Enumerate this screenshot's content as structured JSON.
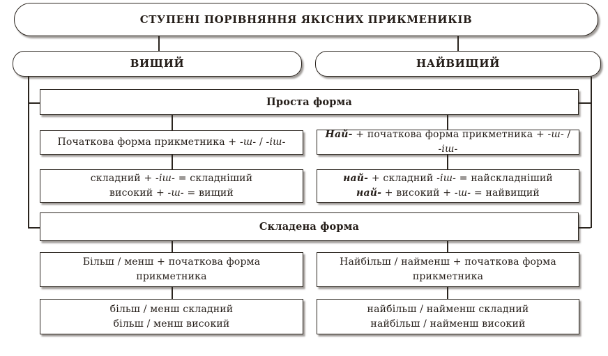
{
  "colors": {
    "ink": "#241d18",
    "border": "#2a241e",
    "shadow": "#6e6964",
    "background": "#ffffff"
  },
  "title": "СТУПЕНІ ПОРІВНЯННЯ ЯКІСНИХ ПРИКМЕНИКІВ",
  "degrees": {
    "comparative": "ВИЩИЙ",
    "superlative": "НАЙВИЩИЙ"
  },
  "simple_form": {
    "header": "Проста форма",
    "comparative_rule": {
      "base": "Початкова форма прикметника + ",
      "suffix1": "-ш-",
      "separator": " / ",
      "suffix2": "-іш-"
    },
    "superlative_rule": {
      "prefix": "Най-",
      "base": " + початкова форма прикметника + ",
      "suffix1": "-ш-",
      "separator": " / ",
      "suffix2": "-іш-"
    },
    "comparative_examples": {
      "line1": {
        "pre": "складний + ",
        "suffix": "-іш-",
        "post": " = складніший"
      },
      "line2": {
        "pre": "високий + ",
        "suffix": "-ш-",
        "post": " = вищий"
      }
    },
    "superlative_examples": {
      "line1": {
        "prefix": "най-",
        "mid": " + складний ",
        "suffix": "-іш-",
        "post": " = найскладніший"
      },
      "line2": {
        "prefix": "най-",
        "mid": " + високий + ",
        "suffix": "-ш-",
        "post": " = найвищий"
      }
    }
  },
  "compound_form": {
    "header": "Складена форма",
    "comparative_rule": {
      "line1": "Більш / менш + початкова форма",
      "line2": "прикметника"
    },
    "superlative_rule": {
      "line1": "Найбільш / найменш + початкова форма",
      "line2": "прикметника"
    },
    "comparative_examples": {
      "line1": "більш / менш складний",
      "line2": "більш / менш високий"
    },
    "superlative_examples": {
      "line1": "найбільш / найменш складний",
      "line2": "найбільш / найменш високий"
    }
  }
}
